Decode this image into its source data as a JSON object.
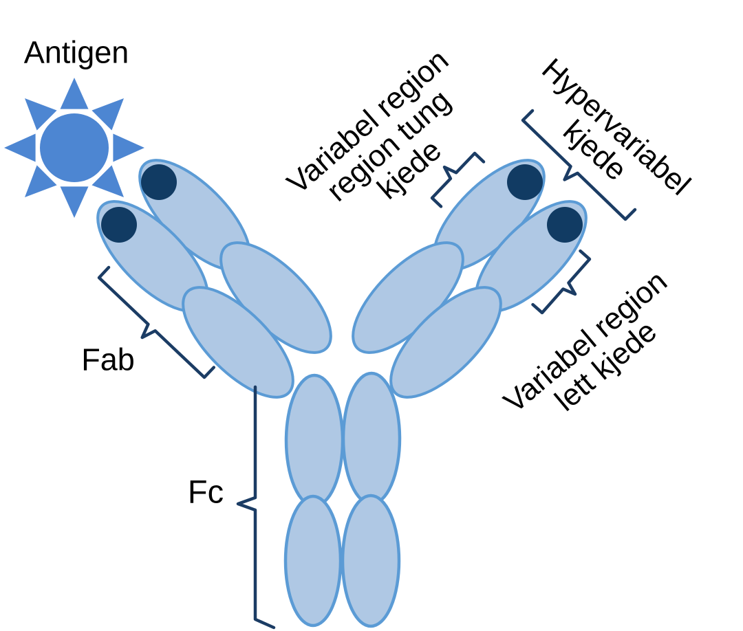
{
  "diagram": {
    "type": "antibody-structure-diagram",
    "labels": {
      "antigen": "Antigen",
      "variable_heavy": {
        "line1": "Variabel region",
        "line2": "region tung",
        "line3": "kjede"
      },
      "hypervariable": {
        "line1": "Hypervariabel",
        "line2": "kjede"
      },
      "variable_light": {
        "line1": "Variabel region",
        "line2": "lett kjede"
      },
      "fab": "Fab",
      "fc": "Fc"
    },
    "icons": {
      "sun": "antigen-sun-icon"
    },
    "colors": {
      "background": "#FFFFFF",
      "sun_blue": "#4D86D2",
      "domain_fill": "#AFC8E4",
      "domain_stroke": "#5B9BD5",
      "hypervariable_tip": "#113B63",
      "brace_navy": "#1B3C64",
      "text": "#000000"
    }
  }
}
